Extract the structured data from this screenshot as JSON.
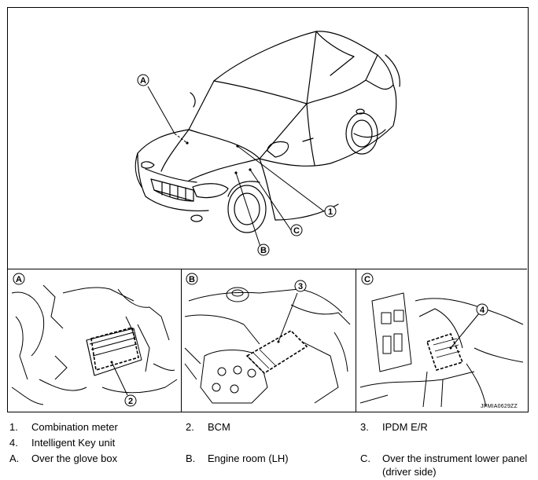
{
  "callouts": {
    "a": "A",
    "b": "B",
    "c": "C",
    "n1": "1",
    "n2": "2",
    "n3": "3",
    "n4": "4"
  },
  "figure_code": "JPMIA0629ZZ",
  "legend": [
    {
      "num": "1.",
      "text": "Combination meter"
    },
    {
      "num": "2.",
      "text": "BCM"
    },
    {
      "num": "3.",
      "text": "IPDM E/R"
    },
    {
      "num": "4.",
      "text": "Intelligent Key unit"
    },
    {
      "num": "A.",
      "text": "Over the glove box"
    },
    {
      "num": "B.",
      "text": "Engine room (LH)"
    },
    {
      "num": "C.",
      "text": "Over the instrument lower panel"
    },
    {
      "num": "",
      "text": "(driver side)"
    }
  ]
}
